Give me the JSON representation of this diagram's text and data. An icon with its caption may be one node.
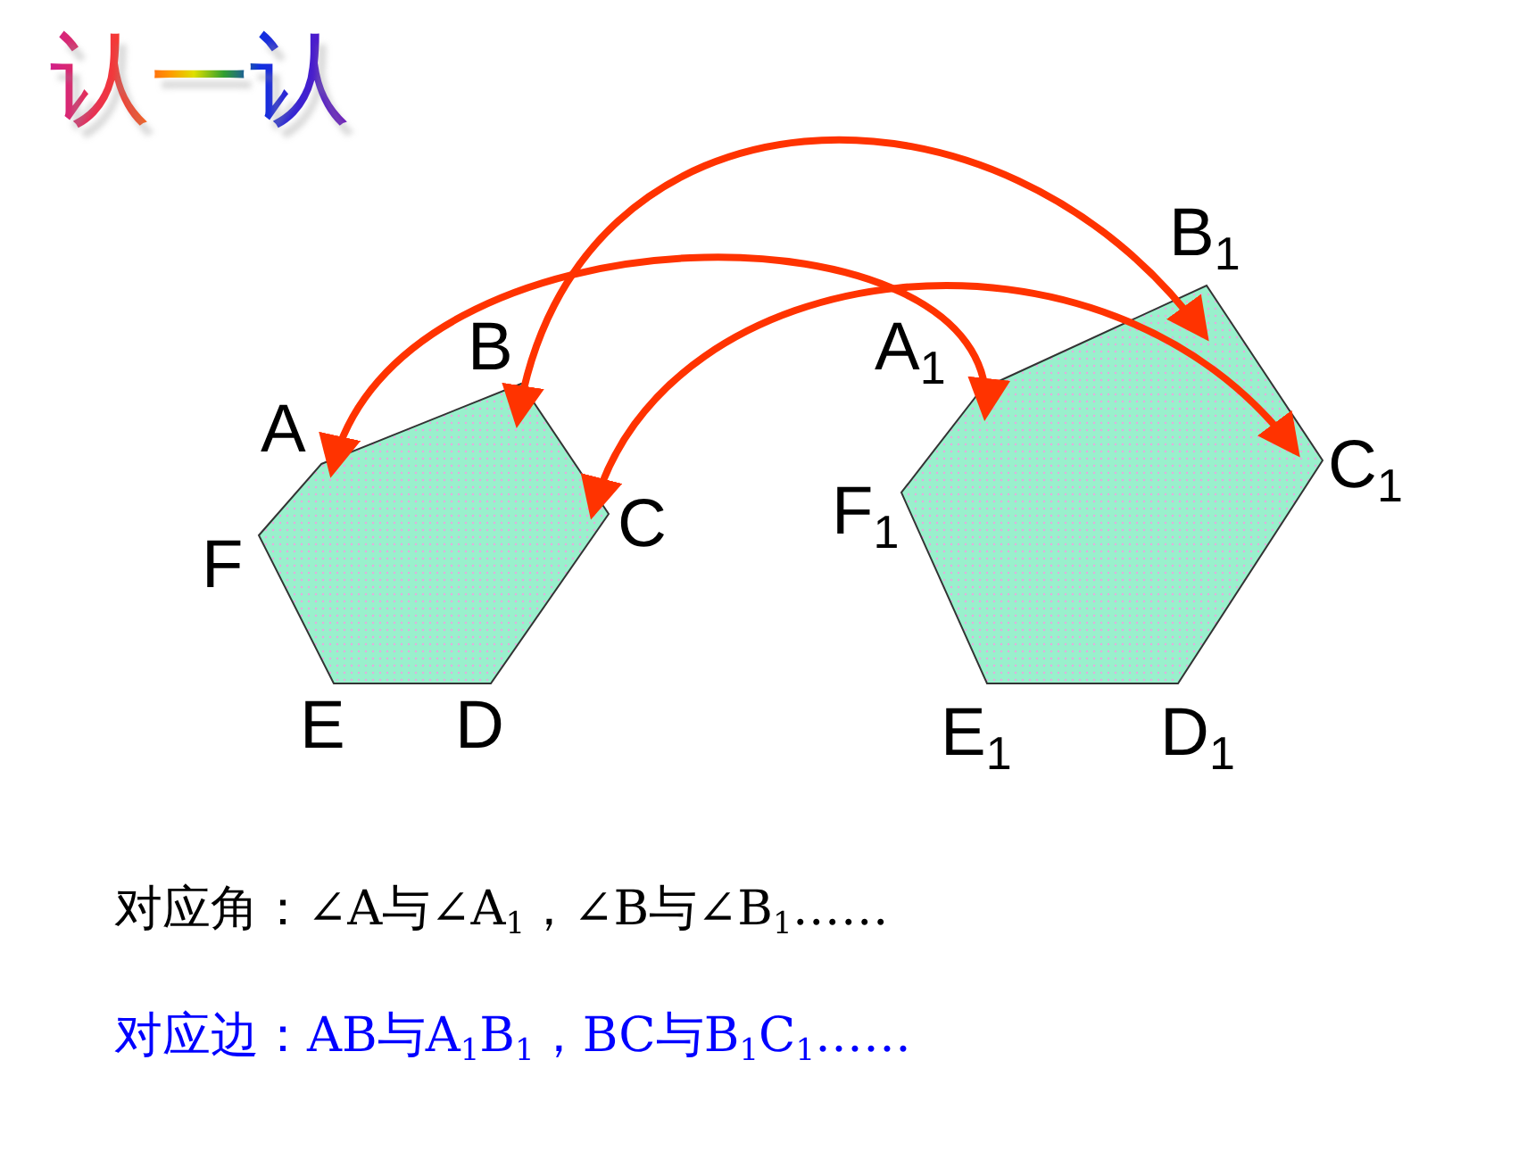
{
  "diagram": {
    "title": "认一认",
    "nodes": [
      {
        "text": [
          "A"
        ]
      },
      {
        "text": [
          "B"
        ]
      },
      {
        "text": [
          "C"
        ]
      },
      {
        "text": [
          "A$_{1}$"
        ]
      },
      {
        "text": [
          "B$_{1}$"
        ]
      },
      {
        "text": [
          "C$_{1}$"
        ]
      }
    ],
    "edges": [
      {
        "from": 0,
        "to": 3,
        "arrow": "both"
      },
      {
        "from": 1,
        "to": 4,
        "arrow": "both"
      },
      {
        "from": 2,
        "to": 5,
        "arrow": "both"
      }
    ],
    "labels": [
      "F",
      "E",
      "D",
      "F$_{1}$",
      "E$_{1}$",
      "D$_{1}$",
      "对应角：∠A与∠A$_{1}$，∠B与∠B$_{1}$……",
      "对应边：AB与A$_{1}$B$_{1}$，BC与B$_{1}$C$_{1}$……"
    ]
  }
}
